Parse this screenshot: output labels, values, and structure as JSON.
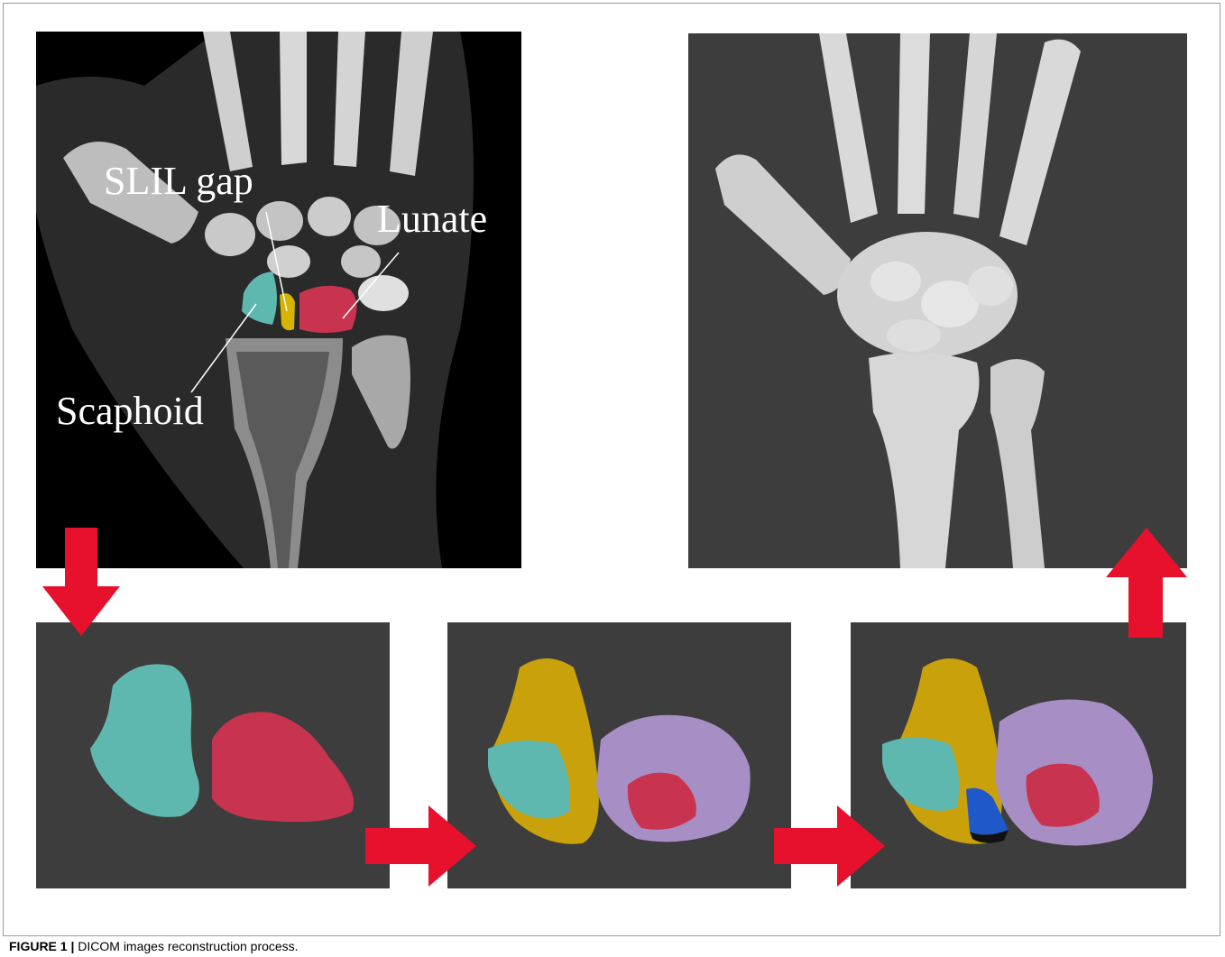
{
  "figure": {
    "caption_label": "FIGURE 1 |",
    "caption_text": "DICOM images reconstruction process."
  },
  "ct_panel": {
    "labels": {
      "slil_gap": "SLIL gap",
      "lunate": "Lunate",
      "scaphoid": "Scaphoid"
    }
  },
  "colors": {
    "arrow": "#e8112d",
    "model_background": "#3d3d3d",
    "ct_background": "#000000",
    "scaphoid": "#5fb8b0",
    "lunate": "#c8344f",
    "slil_gap": "#d6b400",
    "scaphoid_shell": "#c9a10a",
    "lunate_shell": "#a78fc6",
    "gap_segment": "#1f58c8",
    "bone_model": "#d9d9d9"
  }
}
